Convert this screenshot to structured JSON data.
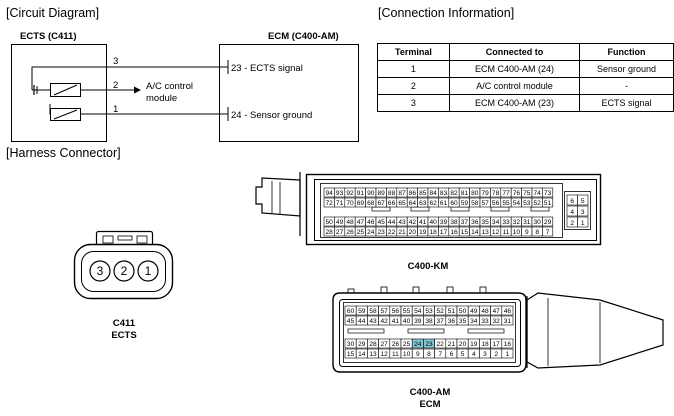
{
  "sections": {
    "circuit": "[Circuit Diagram]",
    "connection": "[Connection Information]",
    "harness": "[Harness Connector]"
  },
  "circuit": {
    "ects_label": "ECTS (C411)",
    "ecm_label": "ECM (C400-AM)",
    "pins_left": [
      "3",
      "2",
      "1"
    ],
    "ac_label_1": "A/C control",
    "ac_label_2": "module",
    "ecm_pins": [
      {
        "num": "23",
        "text": " - ECTS signal"
      },
      {
        "num": "24",
        "text": " - Sensor ground"
      }
    ]
  },
  "table": {
    "headers": [
      "Terminal",
      "Connected to",
      "Function"
    ],
    "rows": [
      [
        "1",
        "ECM C400-AM (24)",
        "Sensor ground"
      ],
      [
        "2",
        "A/C control module",
        "-"
      ],
      [
        "3",
        "ECM C400-AM (23)",
        "ECTS signal"
      ]
    ]
  },
  "c411": {
    "pins": [
      "3",
      "2",
      "1"
    ],
    "label_1": "C411",
    "label_2": "ECTS"
  },
  "km": {
    "label": "C400-KM",
    "rows": [
      [
        "94",
        "93",
        "92",
        "91",
        "90",
        "89",
        "88",
        "87",
        "86",
        "85",
        "84",
        "83",
        "82",
        "81",
        "80",
        "79",
        "78",
        "77",
        "76",
        "75",
        "74",
        "73"
      ],
      [
        "72",
        "71",
        "70",
        "69",
        "68",
        "67",
        "66",
        "65",
        "64",
        "63",
        "62",
        "61",
        "60",
        "59",
        "58",
        "57",
        "56",
        "55",
        "54",
        "53",
        "52",
        "51"
      ],
      [
        "50",
        "49",
        "48",
        "47",
        "46",
        "45",
        "44",
        "43",
        "42",
        "41",
        "40",
        "39",
        "38",
        "37",
        "36",
        "35",
        "34",
        "33",
        "32",
        "31",
        "30",
        "29"
      ],
      [
        "28",
        "27",
        "26",
        "25",
        "24",
        "23",
        "22",
        "21",
        "20",
        "19",
        "18",
        "17",
        "16",
        "15",
        "14",
        "13",
        "12",
        "11",
        "10",
        "9",
        "8",
        "7"
      ]
    ],
    "side": [
      [
        "6",
        "5"
      ],
      [
        "4",
        "3"
      ],
      [
        "2",
        "1"
      ]
    ]
  },
  "am": {
    "label_1": "C400-AM",
    "label_2": "ECM",
    "rows": [
      [
        "60",
        "59",
        "58",
        "57",
        "56",
        "55",
        "54",
        "53",
        "52",
        "51",
        "50",
        "49",
        "48",
        "47",
        "46"
      ],
      [
        "45",
        "44",
        "43",
        "42",
        "41",
        "40",
        "39",
        "38",
        "37",
        "36",
        "35",
        "34",
        "33",
        "32",
        "31"
      ],
      [
        "30",
        "29",
        "28",
        "27",
        "26",
        "25",
        "24",
        "23",
        "22",
        "21",
        "20",
        "19",
        "18",
        "17",
        "16"
      ],
      [
        "15",
        "14",
        "13",
        "12",
        "11",
        "10",
        "9",
        "8",
        "7",
        "6",
        "5",
        "4",
        "3",
        "2",
        "1"
      ]
    ],
    "highlight": [
      "24",
      "23"
    ],
    "highlight_color": "#7fc7d3"
  }
}
